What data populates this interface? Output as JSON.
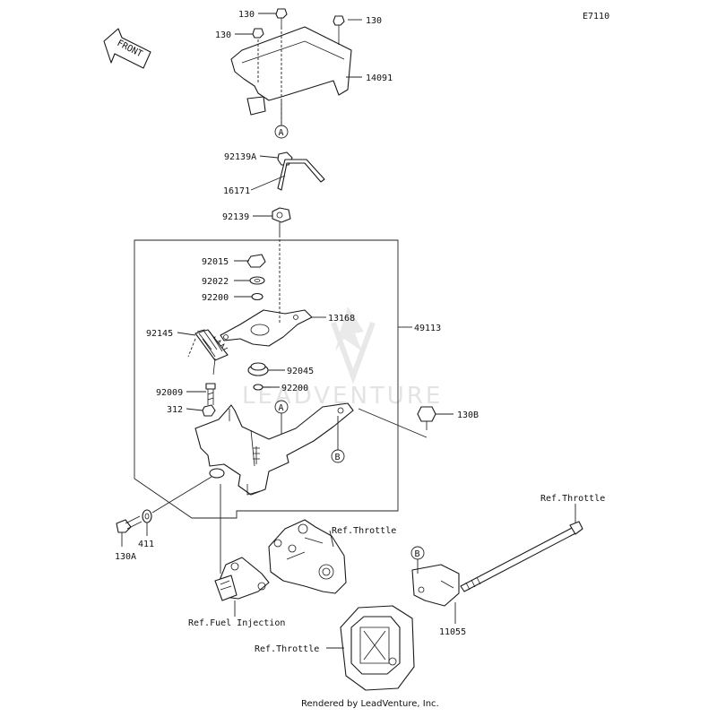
{
  "diagram_code": "E7110",
  "front_label": "FRONT",
  "footer": "Rendered by LeadVenture, Inc.",
  "watermark": "LEADVENTURE",
  "callouts": {
    "a": "A",
    "b": "B"
  },
  "labels": {
    "bolt_130_top": "130",
    "bolt_130_right": "130",
    "bolt_130_left": "130",
    "cover": "14091",
    "clip_92139a": "92139A",
    "rod": "16171",
    "clip_92139": "92139",
    "nut": "92015",
    "washer_92022": "92022",
    "washer_92200_top": "92200",
    "lever": "13168",
    "assembly": "49113",
    "spring": "92145",
    "grommet": "92045",
    "washer_92200_bot": "92200",
    "bolt_92009": "92009",
    "bolt_312": "312",
    "bolt_130b": "130B",
    "bolt_130a": "130A",
    "washer_411": "411",
    "bracket": "11055",
    "ref_throttle_top": "Ref.Throttle",
    "ref_throttle_mid": "Ref.Throttle",
    "ref_throttle_bot": "Ref.Throttle",
    "ref_fuel_injection": "Ref.Fuel Injection"
  }
}
